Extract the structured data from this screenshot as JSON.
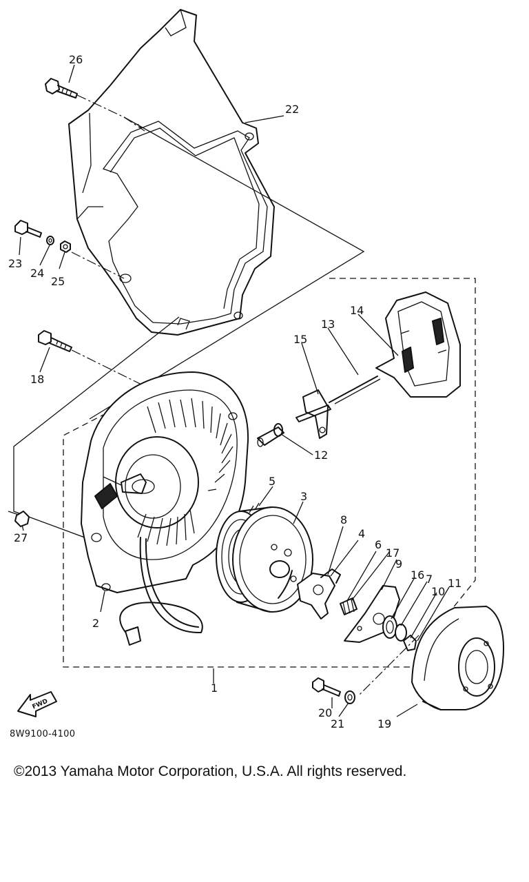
{
  "diagram": {
    "code": "8W9100-4100",
    "fwd_label": "FWD",
    "callouts": [
      {
        "id": "c1",
        "label": "1"
      },
      {
        "id": "c2",
        "label": "2"
      },
      {
        "id": "c3",
        "label": "3"
      },
      {
        "id": "c4",
        "label": "4"
      },
      {
        "id": "c5",
        "label": "5"
      },
      {
        "id": "c6",
        "label": "6"
      },
      {
        "id": "c7",
        "label": "7"
      },
      {
        "id": "c8",
        "label": "8"
      },
      {
        "id": "c9",
        "label": "9"
      },
      {
        "id": "c10",
        "label": "10"
      },
      {
        "id": "c11",
        "label": "11"
      },
      {
        "id": "c12",
        "label": "12"
      },
      {
        "id": "c13",
        "label": "13"
      },
      {
        "id": "c14",
        "label": "14"
      },
      {
        "id": "c15",
        "label": "15"
      },
      {
        "id": "c16",
        "label": "16"
      },
      {
        "id": "c17",
        "label": "17"
      },
      {
        "id": "c18",
        "label": "18"
      },
      {
        "id": "c19",
        "label": "19"
      },
      {
        "id": "c20",
        "label": "20"
      },
      {
        "id": "c21",
        "label": "21"
      },
      {
        "id": "c22",
        "label": "22"
      },
      {
        "id": "c23",
        "label": "23"
      },
      {
        "id": "c24",
        "label": "24"
      },
      {
        "id": "c25",
        "label": "25"
      },
      {
        "id": "c26",
        "label": "26"
      },
      {
        "id": "c27",
        "label": "27"
      }
    ]
  },
  "footer": {
    "copyright": "©2013 Yamaha Motor Corporation, U.S.A. All rights reserved."
  }
}
